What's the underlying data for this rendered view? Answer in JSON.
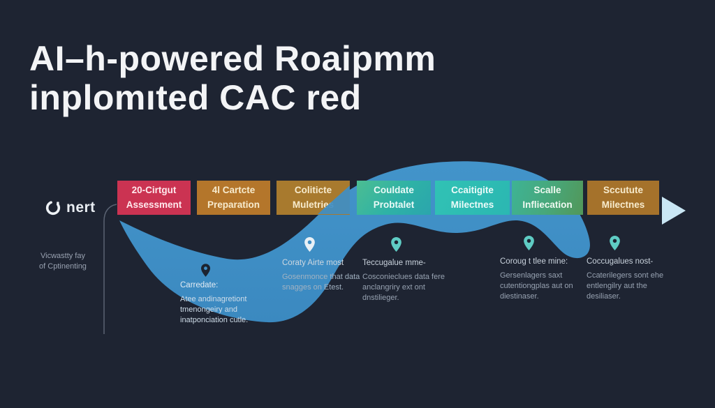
{
  "title": {
    "line1": "AI–h-powered Roaipmm",
    "line2": "inplomıted CAC red"
  },
  "logo": {
    "icon": "broken-circle-icon",
    "text": "nert"
  },
  "left_label": {
    "line1": "Vicwastty fay",
    "line2": "of Cptinenting"
  },
  "stages": [
    {
      "line1": "20-Cirtgut",
      "line2": "Assessment",
      "color": "#cb3352"
    },
    {
      "line1": "4l Cartcte",
      "line2": "Preparation",
      "color": "#b4762b"
    },
    {
      "line1": "Coliticte",
      "line2": "Muletries",
      "color": "#a87a2e"
    },
    {
      "line1": "Couldate",
      "line2": "Probtalet",
      "color": "#2eb2a6"
    },
    {
      "line1": "Ccaitigite",
      "line2": "Milectnes",
      "color": "#2cbfb3"
    },
    {
      "line1": "Scalle",
      "line2": "Infliecation",
      "color": "#47a87c"
    },
    {
      "line1": "Sccutute",
      "line2": "Milectnes",
      "color": "#a5722b"
    }
  ],
  "milestones": [
    {
      "pin": "pin-icon-dark",
      "heading": "Carredate:",
      "body": "Atee andinagretiont tmenongeiry and inatponciation cutle."
    },
    {
      "pin": "pin-icon-white",
      "heading": "Coraty Airte most",
      "body": "Gosenmonce that data snagges on Etest."
    },
    {
      "pin": "pin-icon-teal",
      "heading": "Teccugalue mme-",
      "body": "Cosconieclues data fere anclangriry ext ont dnstilieger."
    },
    {
      "pin": "pin-icon-teal",
      "heading": "Coroug t tlee mine:",
      "body": "Gersenlagers saxt cutentiongplas aut on diestinaser."
    },
    {
      "pin": "pin-icon-teal",
      "heading": "Coccugalues nost-",
      "body": "Ccaterilegers sont ehe entlengilry aut the desiliaser."
    }
  ],
  "colors": {
    "background": "#1e2432",
    "wave": "#3f8ec5",
    "arrow": "#c9e6f4",
    "pin_teal": "#5fccc4",
    "pin_white": "#e8f0f6",
    "pin_dark": "#1c2330",
    "axis_line": "#7c8596",
    "title_text": "#f3f4f6"
  }
}
